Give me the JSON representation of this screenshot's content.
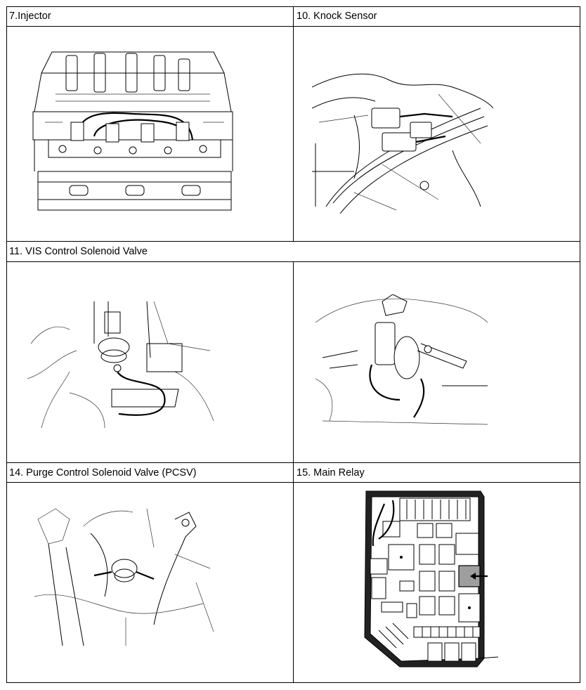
{
  "cells": {
    "injector": {
      "title": "7.Injector"
    },
    "knock_sensor": {
      "title": "10. Knock Sensor"
    },
    "vis_valve": {
      "title": "11. VIS Control Solenoid Valve"
    },
    "pcsv": {
      "title": "14. Purge Control Solenoid Valve (PCSV)"
    },
    "main_relay": {
      "title": "15. Main Relay"
    }
  },
  "colors": {
    "border": "#000000",
    "background": "#ffffff",
    "highlight": "#9e9e9e"
  }
}
